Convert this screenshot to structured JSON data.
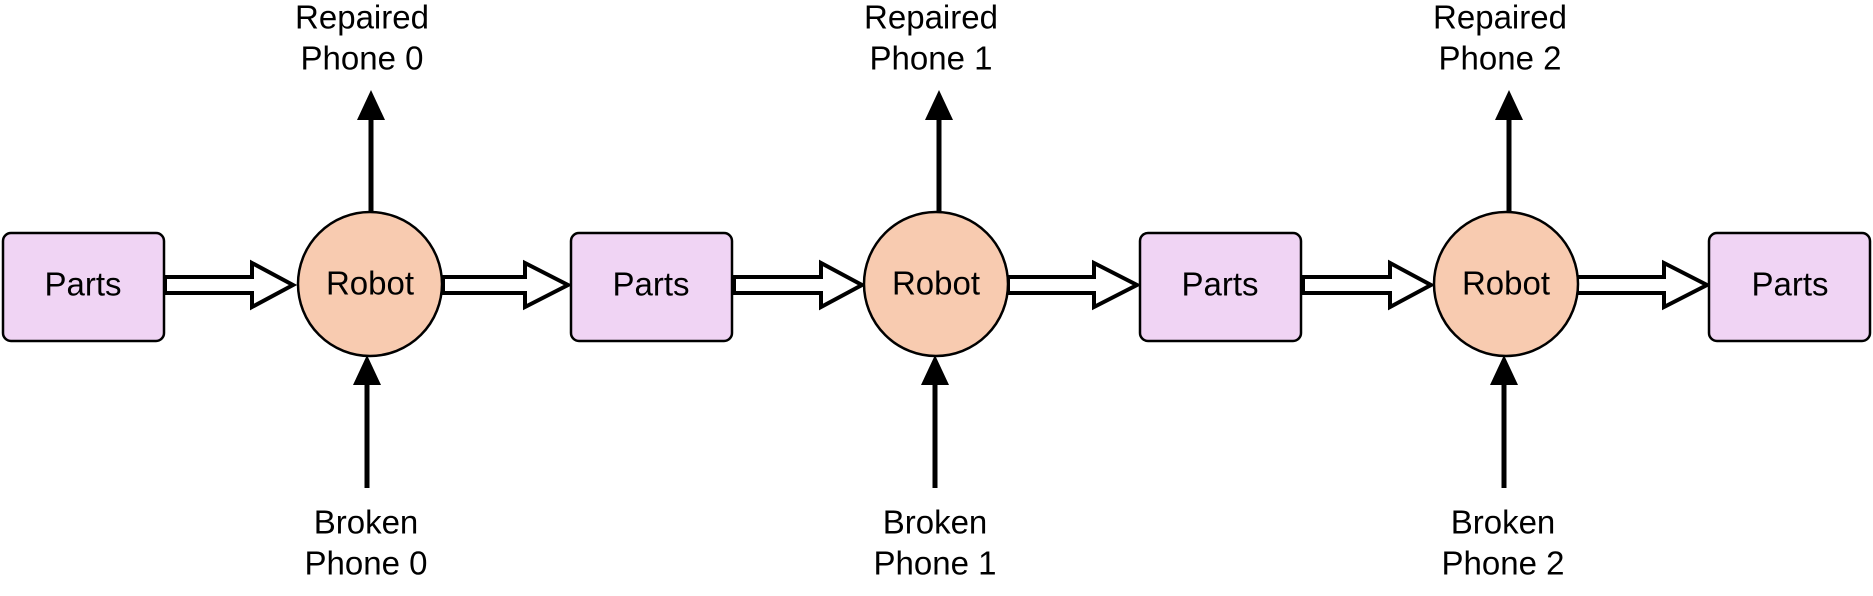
{
  "colors": {
    "parts_fill": "#f0d4f4",
    "robot_fill": "#f8cbb0",
    "stroke": "#000000"
  },
  "parts_boxes": [
    {
      "label": "Parts"
    },
    {
      "label": "Parts"
    },
    {
      "label": "Parts"
    },
    {
      "label": "Parts"
    }
  ],
  "robots": [
    {
      "label": "Robot",
      "output_line1": "Repaired",
      "output_line2": "Phone 0",
      "input_line1": "Broken",
      "input_line2": "Phone 0"
    },
    {
      "label": "Robot",
      "output_line1": "Repaired",
      "output_line2": "Phone 1",
      "input_line1": "Broken",
      "input_line2": "Phone 1"
    },
    {
      "label": "Robot",
      "output_line1": "Repaired",
      "output_line2": "Phone 2",
      "input_line1": "Broken",
      "input_line2": "Phone 2"
    }
  ]
}
